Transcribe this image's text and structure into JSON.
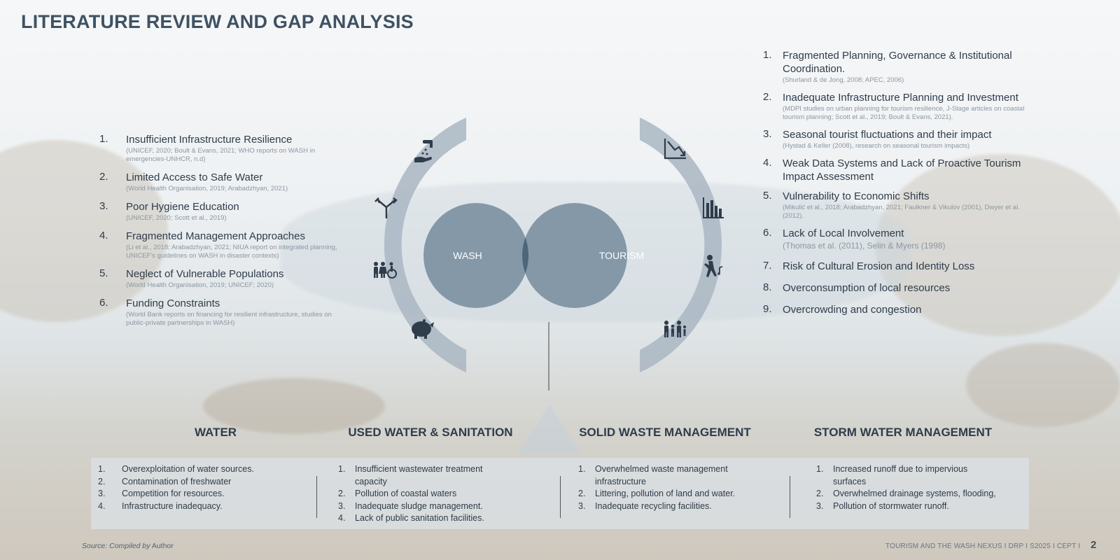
{
  "title": "LITERATURE REVIEW AND GAP ANALYSIS",
  "wash_issues": [
    {
      "num": "1.",
      "title": "Insufficient Infrastructure Resilience",
      "cite": "(UNICEF, 2020; Boult & Evans, 2021; WHO reports on WASH in emergencies-UNHCR, n.d)"
    },
    {
      "num": "2.",
      "title": "Limited Access to Safe Water",
      "cite": "(World Health Organisation, 2019; Arabadzhyan, 2021)"
    },
    {
      "num": "3.",
      "title": "Poor Hygiene Education",
      "cite": "(UNICEF, 2020; Scott et al., 2019)"
    },
    {
      "num": "4.",
      "title": "Fragmented Management Approaches",
      "cite": "(Li et al., 2018; Arabadzhyan, 2021; NIUA report on integrated planning, UNICEF's guidelines on WASH in disaster contexts)"
    },
    {
      "num": "5.",
      "title": "Neglect of Vulnerable Populations",
      "cite": "(World Health Organisation, 2019; UNICEF; 2020)"
    },
    {
      "num": "6.",
      "title": "Funding Constraints",
      "cite": "(World Bank reports on financing for resilient infrastructure, studies on public-private partnerships in WASH)"
    }
  ],
  "tourism_issues": [
    {
      "num": "1.",
      "title": "Fragmented Planning, Governance & Institutional Coordination.",
      "cite": "(Shurland & de Jong, 2008; APEC, 2006)"
    },
    {
      "num": "2.",
      "title": "Inadequate Infrastructure Planning and Investment",
      "cite": "(MDPI studies on urban planning for tourism resilience, J-Stage articles on coastal tourism planning; Scott et al., 2019; Boult & Evans, 2021)."
    },
    {
      "num": "3.",
      "title": "Seasonal tourist fluctuations and their impact",
      "cite": "(Hystad & Keller (2008), research on seasonal tourism impacts)"
    },
    {
      "num": "4.",
      "title": "Weak Data Systems and Lack of Proactive Tourism Impact Assessment",
      "cite": ""
    },
    {
      "num": "5.",
      "title": "Vulnerability to Economic Shifts",
      "cite": "(Mikulić et al., 2018; Arabadzhyan, 2021; Faulkner & Vikulov (2001), Dwyer et al. (2012)."
    },
    {
      "num": "6.",
      "title": "Lack of Local Involvement",
      "cite2": "(Thomas et al. (2011), Selin & Myers (1998)"
    },
    {
      "num": "7.",
      "title": "Risk of Cultural Erosion and Identity Loss",
      "cite": ""
    },
    {
      "num": "8.",
      "title": "Overconsumption of local resources",
      "cite": ""
    },
    {
      "num": "9.",
      "title": "Overcrowding and congestion",
      "cite": ""
    }
  ],
  "venn": {
    "left_label": "WASH",
    "right_label": "TOURISM"
  },
  "icons": {
    "left": [
      "hand-washing-icon",
      "diverging-arrows-icon",
      "people-accessibility-icon",
      "piggy-bank-icon"
    ],
    "right": [
      "decline-chart-icon",
      "bar-chart-icon",
      "dancing-person-icon",
      "family-icon"
    ]
  },
  "categories": [
    {
      "title": "WATER",
      "items": [
        {
          "num": "1.",
          "text": "Overexploitation of water sources."
        },
        {
          "num": "2.",
          "text": "Contamination of freshwater"
        },
        {
          "num": "3.",
          "text": "Competition for resources."
        },
        {
          "num": "4.",
          "text": "Infrastructure inadequacy."
        }
      ]
    },
    {
      "title": "USED WATER & SANITATION",
      "items": [
        {
          "num": "1.",
          "text": "Insufficient wastewater treatment capacity"
        },
        {
          "num": "2.",
          "text": "Pollution of coastal waters"
        },
        {
          "num": "3.",
          "text": "Inadequate sludge management."
        },
        {
          "num": "4.",
          "text": "Lack of public sanitation facilities."
        }
      ]
    },
    {
      "title": "SOLID WASTE MANAGEMENT",
      "items": [
        {
          "num": "1.",
          "text": "Overwhelmed waste management infrastructure"
        },
        {
          "num": "2.",
          "text": "Littering, pollution of land and water."
        },
        {
          "num": "3.",
          "text": "Inadequate recycling facilities."
        }
      ]
    },
    {
      "title": "STORM WATER MANAGEMENT",
      "items": [
        {
          "num": "1.",
          "text": "Increased runoff due to impervious surfaces"
        },
        {
          "num": "2.",
          "text": "Overwhelmed drainage systems, flooding,"
        },
        {
          "num": "3.",
          "text": "Pollution of stormwater runoff."
        }
      ]
    }
  ],
  "source": {
    "prefix": "Source: Compiled by",
    "author": "Author"
  },
  "footer": "TOURISM AND THE WASH NEXUS I DRP I S2025 I CEPT I",
  "page_number": "2",
  "colors": {
    "ring": "#a9b6c2",
    "circle": "#7f93a4",
    "overlap": "#4f6579",
    "title": "#3f5263"
  }
}
